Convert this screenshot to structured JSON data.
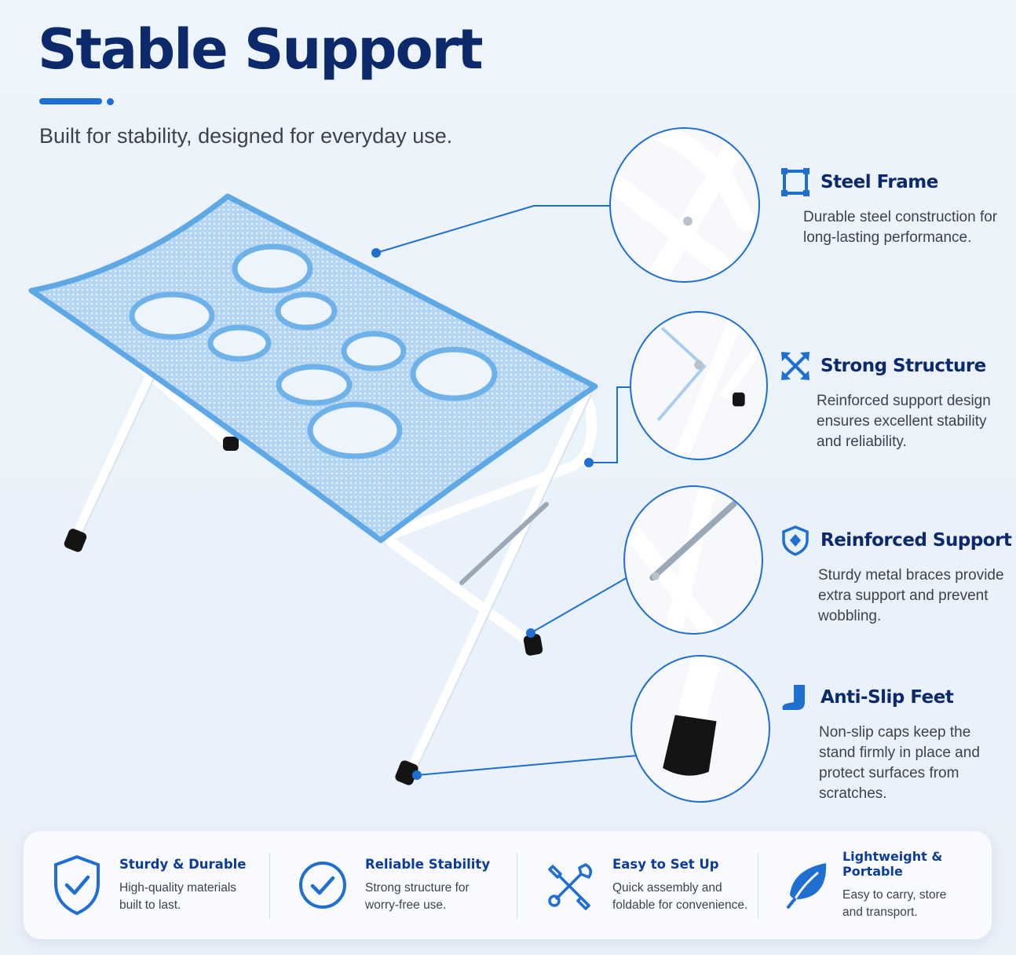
{
  "header": {
    "title": "Stable Support",
    "subtitle": "Built for stability, designed for everyday use."
  },
  "colors": {
    "brand_navy": "#0c2a6b",
    "accent_blue": "#1f6fd1",
    "mesh_blue": "#a9cdef",
    "frame_white": "#ffffff",
    "foot_black": "#141414"
  },
  "features": [
    {
      "icon": "steel-frame-icon",
      "title": "Steel Frame",
      "desc": "Durable steel construction for long-lasting performance."
    },
    {
      "icon": "strong-structure-icon",
      "title": "Strong Structure",
      "desc": "Reinforced support design ensures excellent stability and reliability."
    },
    {
      "icon": "shield-icon",
      "title": "Reinforced Support",
      "desc": "Sturdy metal braces provide extra support and prevent wobbling."
    },
    {
      "icon": "foot-icon",
      "title": "Anti-Slip Feet",
      "desc": "Non-slip caps keep the stand firmly in place and protect surfaces from scratches."
    }
  ],
  "benefits": [
    {
      "icon": "shield-check-icon",
      "title": "Sturdy & Durable",
      "desc": "High-quality materials built to last."
    },
    {
      "icon": "check-circle-icon",
      "title": "Reliable Stability",
      "desc": "Strong structure for worry-free use."
    },
    {
      "icon": "tools-icon",
      "title": "Easy to Set Up",
      "desc": "Quick assembly and foldable for convenience."
    },
    {
      "icon": "leaf-icon",
      "title": "Lightweight & Portable",
      "desc": "Easy to carry, store and transport."
    }
  ]
}
